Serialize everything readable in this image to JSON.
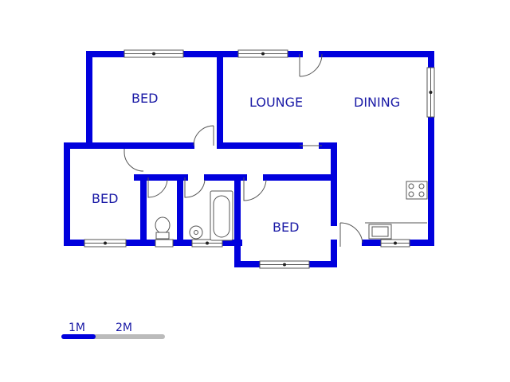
{
  "rooms": {
    "bed_top_left": "BED",
    "lounge": "LOUNGE",
    "dining": "DINING",
    "bed_left": "BED",
    "bed_bottom": "BED"
  },
  "scale": {
    "label_1": "1M",
    "label_2": "2M"
  },
  "colors": {
    "wall": "#0000dd",
    "fixture": "#555555",
    "scale_gray": "#bbbbbb",
    "label": "#1a1aa6"
  }
}
